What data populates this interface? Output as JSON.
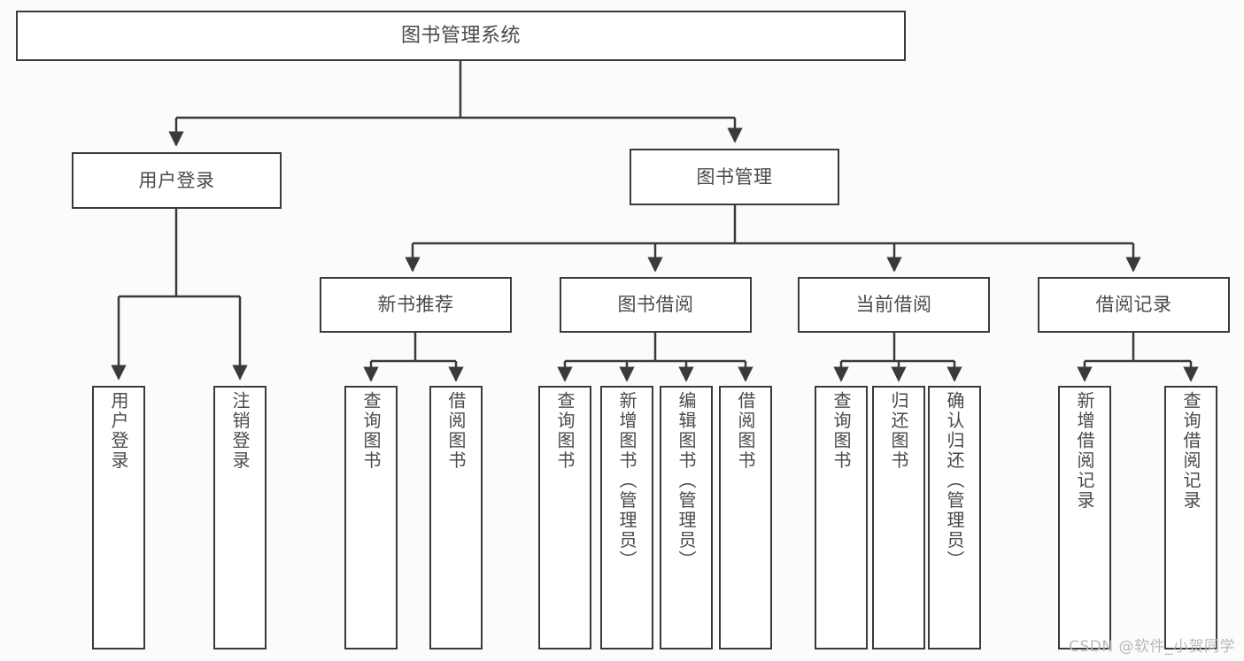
{
  "diagram": {
    "type": "tree",
    "title": "图书管理系统",
    "watermark": "CSDN @软件_小贺同学",
    "colors": {
      "stroke": "#3a3a3a",
      "text": "#4a4a4a",
      "background": "#fbfbfb",
      "node_fill": "#ffffff",
      "watermark": "#b9b9b9"
    },
    "nodes": {
      "root": {
        "label": "图书管理系统"
      },
      "level2": [
        {
          "label": "用户登录"
        },
        {
          "label": "图书管理"
        }
      ],
      "level3": [
        {
          "label": "新书推荐"
        },
        {
          "label": "图书借阅"
        },
        {
          "label": "当前借阅"
        },
        {
          "label": "借阅记录"
        }
      ],
      "leaves": {
        "user_login": [
          {
            "label": "用户登录"
          },
          {
            "label": "注销登录"
          }
        ],
        "new_book_recommend": [
          {
            "label": "查询图书"
          },
          {
            "label": "借阅图书"
          }
        ],
        "book_borrow": [
          {
            "label": "查询图书"
          },
          {
            "label": "新增图书（管理员）"
          },
          {
            "label": "编辑图书（管理员）"
          },
          {
            "label": "借阅图书"
          }
        ],
        "current_borrow": [
          {
            "label": "查询图书"
          },
          {
            "label": "归还图书"
          },
          {
            "label": "确认归还（管理员）"
          }
        ],
        "borrow_record": [
          {
            "label": "新增借阅记录"
          },
          {
            "label": "查询借阅记录"
          }
        ]
      }
    }
  }
}
